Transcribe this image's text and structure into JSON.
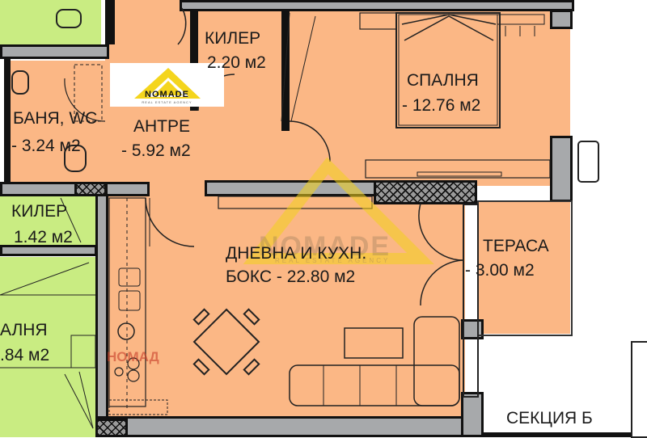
{
  "floor_plan": {
    "brand": {
      "name": "NOMADE",
      "tagline": "REAL ESTATE AGENCY",
      "watermark_small": "НОМАД"
    },
    "rooms": [
      {
        "id": "kiler-top",
        "name": "КИЛЕР",
        "area": "2.20 м2"
      },
      {
        "id": "spalnya",
        "name": "СПАЛНЯ",
        "area": "- 12.76 м2"
      },
      {
        "id": "banya",
        "name": "БАНЯ, WC",
        "area": "- 3.24 м2"
      },
      {
        "id": "antre",
        "name": "АНТРЕ",
        "area": "-  5.92 м2"
      },
      {
        "id": "kiler-left",
        "name": "КИЛЕР",
        "area": "1.42 м2"
      },
      {
        "id": "dnevna",
        "name": "ДНЕВНА И КУХН.",
        "area": "БОКС - 22.80 м2"
      },
      {
        "id": "terasa",
        "name": "ТЕРАСА",
        "area": "-  3.00 м2"
      },
      {
        "id": "neighbor-spalnya",
        "name": "АЛНЯ",
        "area": ".84 м2"
      }
    ],
    "section_label": "СЕКЦИЯ Б",
    "colors": {
      "apartment": "#fbb785",
      "neighbor": "#c9ec82",
      "wall": "#a7a9ab",
      "outline": "#111111",
      "watermark": "#f3d21c"
    }
  }
}
